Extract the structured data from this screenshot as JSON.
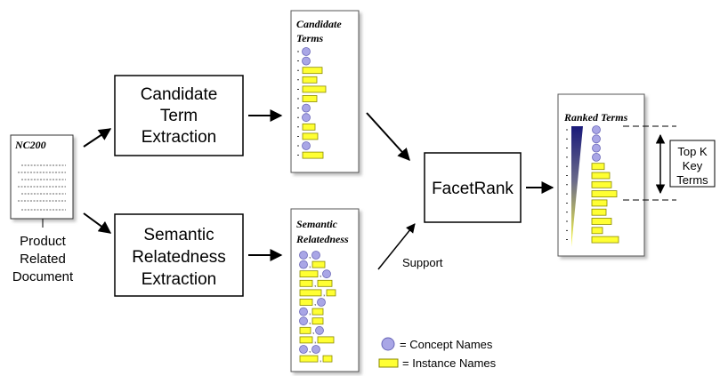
{
  "document": {
    "label": "NC200",
    "caption_lines": [
      "Product",
      "Related",
      "Document"
    ]
  },
  "boxes": {
    "candidate_extraction": [
      "Candidate",
      "Term",
      "Extraction"
    ],
    "semantic_extraction": [
      "Semantic",
      "Relatedness",
      "Extraction"
    ],
    "facetrank": "FacetRank"
  },
  "panels": {
    "candidate_terms": {
      "title_lines": [
        "Candidate",
        "Terms"
      ],
      "items": [
        "concept",
        "concept",
        "instance",
        "instance",
        "instance",
        "instance",
        "concept",
        "concept",
        "instance",
        "instance",
        "concept",
        "instance"
      ]
    },
    "semantic_relatedness": {
      "title_lines": [
        "Semantic",
        "Relatedness"
      ],
      "rows": [
        [
          "concept",
          "concept"
        ],
        [
          "concept",
          "instance"
        ],
        [
          "instance",
          "concept"
        ],
        [
          "instance",
          "instance"
        ],
        [
          "instance",
          "instance"
        ],
        [
          "instance",
          "concept"
        ],
        [
          "concept",
          "instance"
        ],
        [
          "concept",
          "instance"
        ],
        [
          "instance",
          "concept"
        ],
        [
          "instance",
          "instance"
        ],
        [
          "concept",
          "concept"
        ],
        [
          "instance",
          "instance"
        ]
      ]
    },
    "ranked_terms": {
      "title": "Ranked Terms",
      "items": [
        "concept",
        "concept",
        "concept",
        "concept",
        "instance",
        "instance",
        "instance",
        "instance",
        "instance",
        "instance",
        "instance",
        "instance",
        "instance"
      ]
    }
  },
  "support_label": "Support",
  "top_k": {
    "lines": [
      "Top K",
      "Key",
      "Terms"
    ]
  },
  "legend": {
    "concept": "= Concept Names",
    "instance": "= Instance Names"
  },
  "colors": {
    "concept_fill": "#a9a6e6",
    "concept_stroke": "#6a67b8",
    "instance_fill": "#ffff33",
    "instance_stroke": "#8a8a00",
    "gradient_top": "#1a1a7a",
    "gradient_bottom": "#ffff44"
  }
}
